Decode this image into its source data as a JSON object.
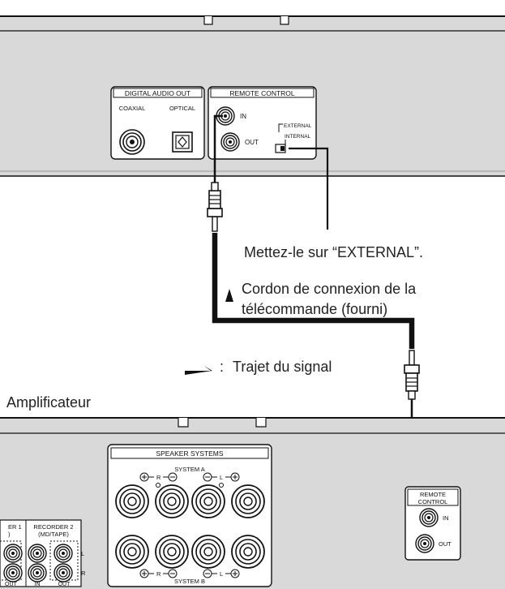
{
  "colors": {
    "panel": "#d9d9d9",
    "panel_dark": "#bdbdbd",
    "line": "#1a1a1a",
    "box": "#ffffff"
  },
  "top_device": {
    "digital_audio_out": {
      "title": "DIGITAL AUDIO OUT",
      "coaxial": "COAXIAL",
      "optical": "OPTICAL"
    },
    "remote_control": {
      "title": "REMOTE CONTROL",
      "in": "IN",
      "out": "OUT",
      "external": "EXTERNAL",
      "internal": "INTERNAL"
    }
  },
  "annotations": {
    "switch_note": "Mettez-le sur “EXTERNAL”.",
    "cable_line1": "Cordon de connexion de la",
    "cable_line2": "télécommande (fourni)",
    "legend_colon": ":",
    "legend_text": "Trajet du signal"
  },
  "amplifier": {
    "label": "Amplificateur",
    "speaker_systems": "SPEAKER SYSTEMS",
    "system_a": "SYSTEM A",
    "system_b": "SYSTEM B",
    "r": "R",
    "l": "L",
    "recorder1": "ER 1",
    "recorder1_sub": ")",
    "recorder2": "RECORDER 2",
    "recorder2_sub": "(MD/TAPE)",
    "out_left": "OUT",
    "in": "IN",
    "out": "OUT",
    "remote_title_1": "REMOTE",
    "remote_title_2": "CONTROL",
    "remote_in": "IN",
    "remote_out": "OUT"
  }
}
